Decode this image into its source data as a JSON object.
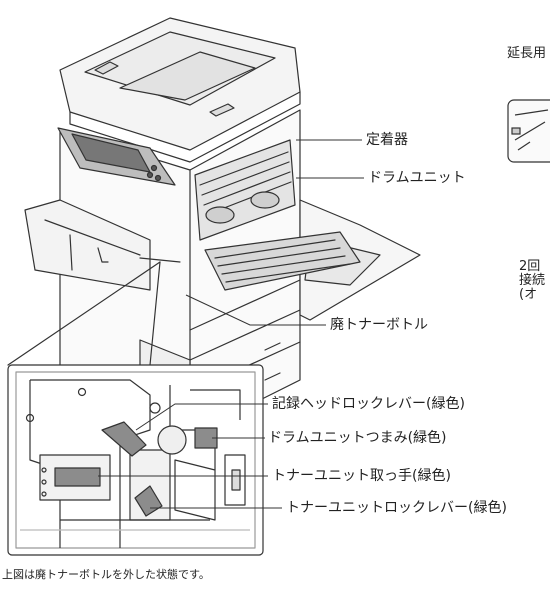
{
  "labels": {
    "fuser": "定着器",
    "drum_unit": "ドラムユニット",
    "waste_toner_bottle": "廃トナーボトル",
    "print_head_lock_lever": "記録ヘッドロックレバー(緑色)",
    "drum_unit_knob": "ドラムユニットつまみ(緑色)",
    "toner_unit_handle": "トナーユニット取っ手(緑色)",
    "toner_unit_lock_lever": "トナーユニットロックレバー(緑色)"
  },
  "right_fragments": {
    "extension": "延長用",
    "two_times": "2回",
    "connect": "接続",
    "paren": "(オ"
  },
  "caption": "上図は廃トナーボトルを外した状態です。",
  "colors": {
    "line": "#333333",
    "green_part_fill": "#8c8c8c",
    "panel_screen": "#777777"
  }
}
